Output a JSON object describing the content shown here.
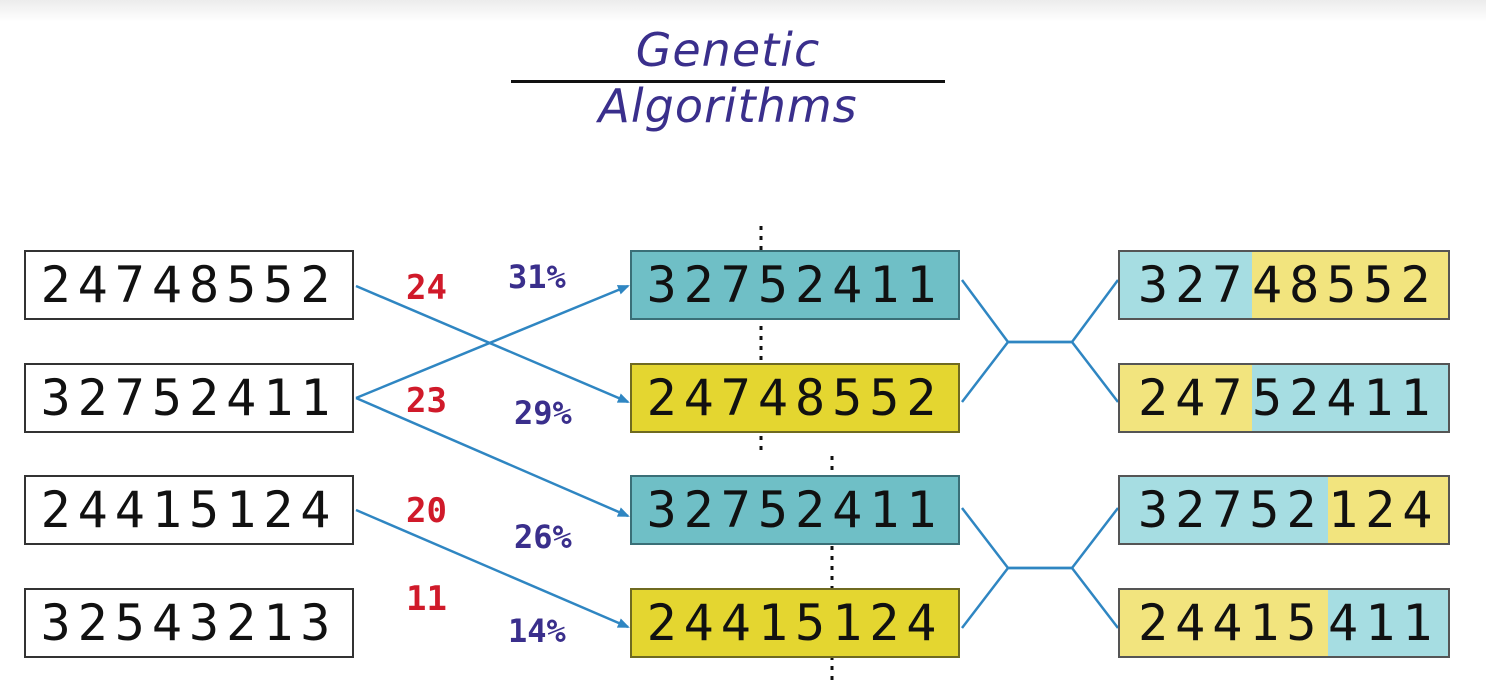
{
  "title": "Genetic Algorithms",
  "population": [
    {
      "genes": "24748552",
      "fitness": "24"
    },
    {
      "genes": "32752411",
      "fitness": "23"
    },
    {
      "genes": "24415124",
      "fitness": "20"
    },
    {
      "genes": "32543213",
      "fitness": "11"
    }
  ],
  "selection": [
    {
      "genes": "32752411",
      "percent": "31%",
      "color": "#6fbfc6"
    },
    {
      "genes": "24748552",
      "percent": "29%",
      "color": "#e4d630"
    },
    {
      "genes": "32752411",
      "percent": "26%",
      "color": "#6fbfc6"
    },
    {
      "genes": "24415124",
      "percent": "14%",
      "color": "#e4d630"
    }
  ],
  "offspring": [
    {
      "head": "327",
      "tail": "48552"
    },
    {
      "head": "247",
      "tail": "52411"
    },
    {
      "head": "32752",
      "tail": "124"
    },
    {
      "head": "24415",
      "tail": "411"
    }
  ],
  "colors": {
    "teal": "#6fbfc6",
    "yellow": "#e4d630",
    "arrow": "#2f86c2",
    "fitness": "#d01a2a",
    "percent": "#3a2f8c"
  }
}
